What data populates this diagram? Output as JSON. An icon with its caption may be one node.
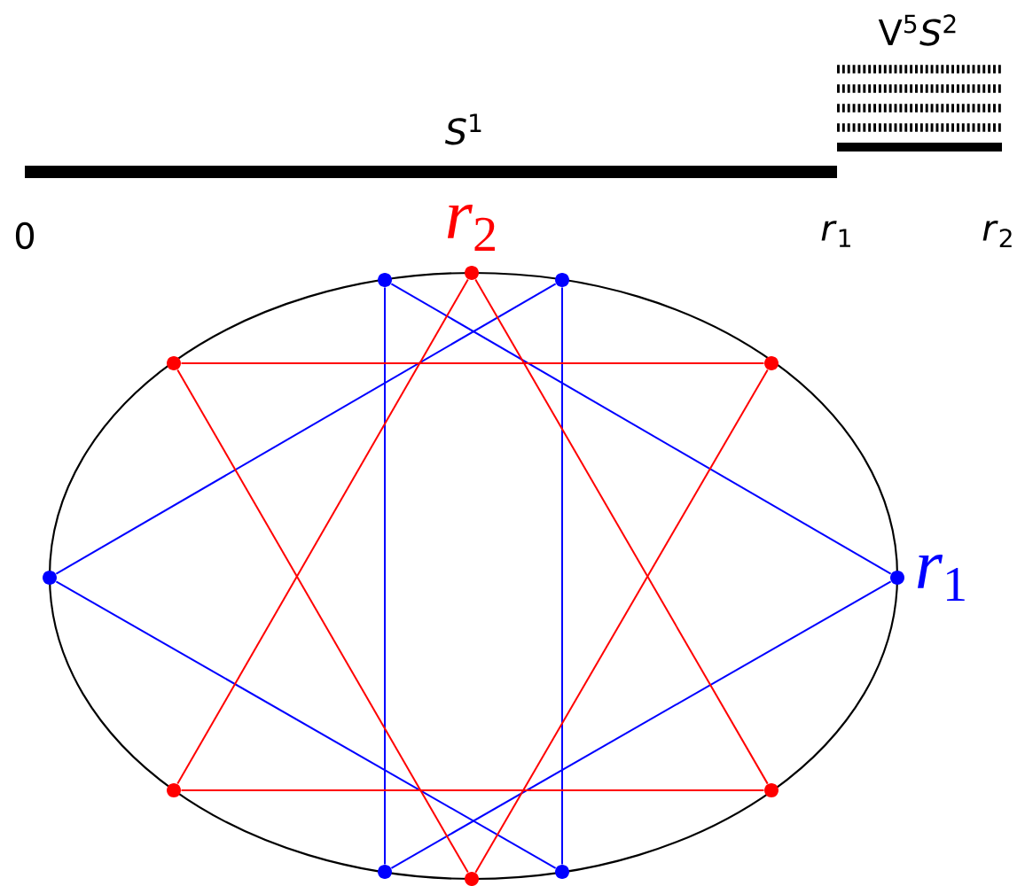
{
  "diagram": {
    "nodes": [
      {
        "text": [],
        "shape": "circle",
        "beside": [
          "*r*$_{2}$"
        ]
      },
      {
        "text": [],
        "shape": "circle"
      },
      {
        "text": [],
        "shape": "circle"
      },
      {
        "text": [],
        "shape": "circle"
      },
      {
        "text": [],
        "shape": "circle"
      },
      {
        "text": [],
        "shape": "circle"
      },
      {
        "text": [],
        "shape": "circle",
        "beside": [
          "*r*$_{1}$"
        ]
      },
      {
        "text": [],
        "shape": "circle"
      },
      {
        "text": [],
        "shape": "circle"
      },
      {
        "text": [],
        "shape": "circle"
      },
      {
        "text": [],
        "shape": "circle"
      },
      {
        "text": [],
        "shape": "circle"
      }
    ],
    "edges": [
      {
        "from": 1,
        "to": 9,
        "arrow": "none",
        "color": "#0000ff"
      },
      {
        "from": 2,
        "to": 10,
        "arrow": "none",
        "color": "#0000ff"
      },
      {
        "from": 1,
        "to": 6,
        "arrow": "none",
        "color": "#0000ff"
      },
      {
        "from": 6,
        "to": 9,
        "arrow": "none",
        "color": "#0000ff"
      },
      {
        "from": 2,
        "to": 5,
        "arrow": "none",
        "color": "#0000ff"
      },
      {
        "from": 5,
        "to": 10,
        "arrow": "none",
        "color": "#0000ff"
      },
      {
        "from": 0,
        "to": 7,
        "arrow": "none",
        "color": "#ff0000"
      },
      {
        "from": 0,
        "to": 8,
        "arrow": "none",
        "color": "#ff0000"
      },
      {
        "from": 7,
        "to": 8,
        "arrow": "none",
        "color": "#ff0000"
      },
      {
        "from": 3,
        "to": 4,
        "arrow": "none",
        "color": "#ff0000"
      },
      {
        "from": 3,
        "to": 11,
        "arrow": "none",
        "color": "#ff0000"
      },
      {
        "from": 4,
        "to": 11,
        "arrow": "none",
        "color": "#ff0000"
      }
    ],
    "labels": [
      "V$^{5}$*S*$^{2}$",
      "*S*$^{1}$",
      "0",
      "*r*$_{1}$",
      "*r*$_{2}$"
    ]
  }
}
